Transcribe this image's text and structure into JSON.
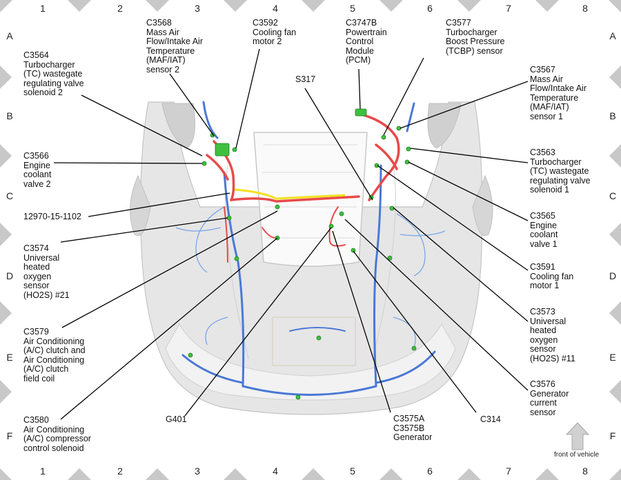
{
  "grid": {
    "cols": [
      "1",
      "2",
      "3",
      "4",
      "5",
      "6",
      "7",
      "8"
    ],
    "rows": [
      "A",
      "B",
      "C",
      "D",
      "E",
      "F"
    ]
  },
  "callouts": [
    {
      "id": "c3564",
      "text": "C3564\nTurbocharger\n(TC) wastegate\nregulating valve\nsolenoid 2"
    },
    {
      "id": "c3568",
      "text": "C3568\nMass Air\nFlow/Intake Air\nTemperature\n(MAF/IAT)\nsensor 2"
    },
    {
      "id": "c3592",
      "text": "C3592\nCooling fan\nmotor 2"
    },
    {
      "id": "c3747b",
      "text": "C3747B\nPowertrain\nControl\nModule\n(PCM)"
    },
    {
      "id": "c3577",
      "text": "C3577\nTurbocharger\nBoost Pressure\n(TCBP) sensor"
    },
    {
      "id": "s317",
      "text": "S317"
    },
    {
      "id": "c3567",
      "text": "C3567\nMass Air\nFlow/Intake Air\nTemperature\n(MAF/IAT)\nsensor 1"
    },
    {
      "id": "c3566",
      "text": "C3566\nEngine\ncoolant\nvalve 2"
    },
    {
      "id": "c3563",
      "text": "C3563\nTurbocharger\n(TC) wastegate\nregulating valve\nsolenoid 1"
    },
    {
      "id": "h12970",
      "text": "12970-15-1102"
    },
    {
      "id": "c3565",
      "text": "C3565\nEngine\ncoolant\nvalve 1"
    },
    {
      "id": "c3574",
      "text": "C3574\nUniversal\nheated\noxygen\nsensor\n(HO2S) #21"
    },
    {
      "id": "c3591",
      "text": "C3591\nCooling fan\nmotor 1"
    },
    {
      "id": "c3573",
      "text": "C3573\nUniversal\nheated\noxygen\nsensor\n(HO2S) #11"
    },
    {
      "id": "c3579",
      "text": "C3579\nAir Conditioning\n(A/C) clutch and\nAir Conditioning\n(A/C) clutch\nfield coil"
    },
    {
      "id": "c3576",
      "text": "C3576\nGenerator\ncurrent\nsensor"
    },
    {
      "id": "g401",
      "text": "G401"
    },
    {
      "id": "c3575",
      "text": "C3575A\nC3575B\nGenerator"
    },
    {
      "id": "c314",
      "text": "C314"
    },
    {
      "id": "c3580",
      "text": "C3580\nAir Conditioning\n(A/C) compressor\ncontrol solenoid"
    }
  ],
  "front_label": "front of vehicle",
  "colors": {
    "harness_main": "#e84a4a",
    "harness_blue": "#4a78d6",
    "harness_yellow": "#f2e21c",
    "connector_green": "#3fbf3f",
    "vehicle_body": "#d9d9d9",
    "grid_marker": "#c8c8c8"
  }
}
